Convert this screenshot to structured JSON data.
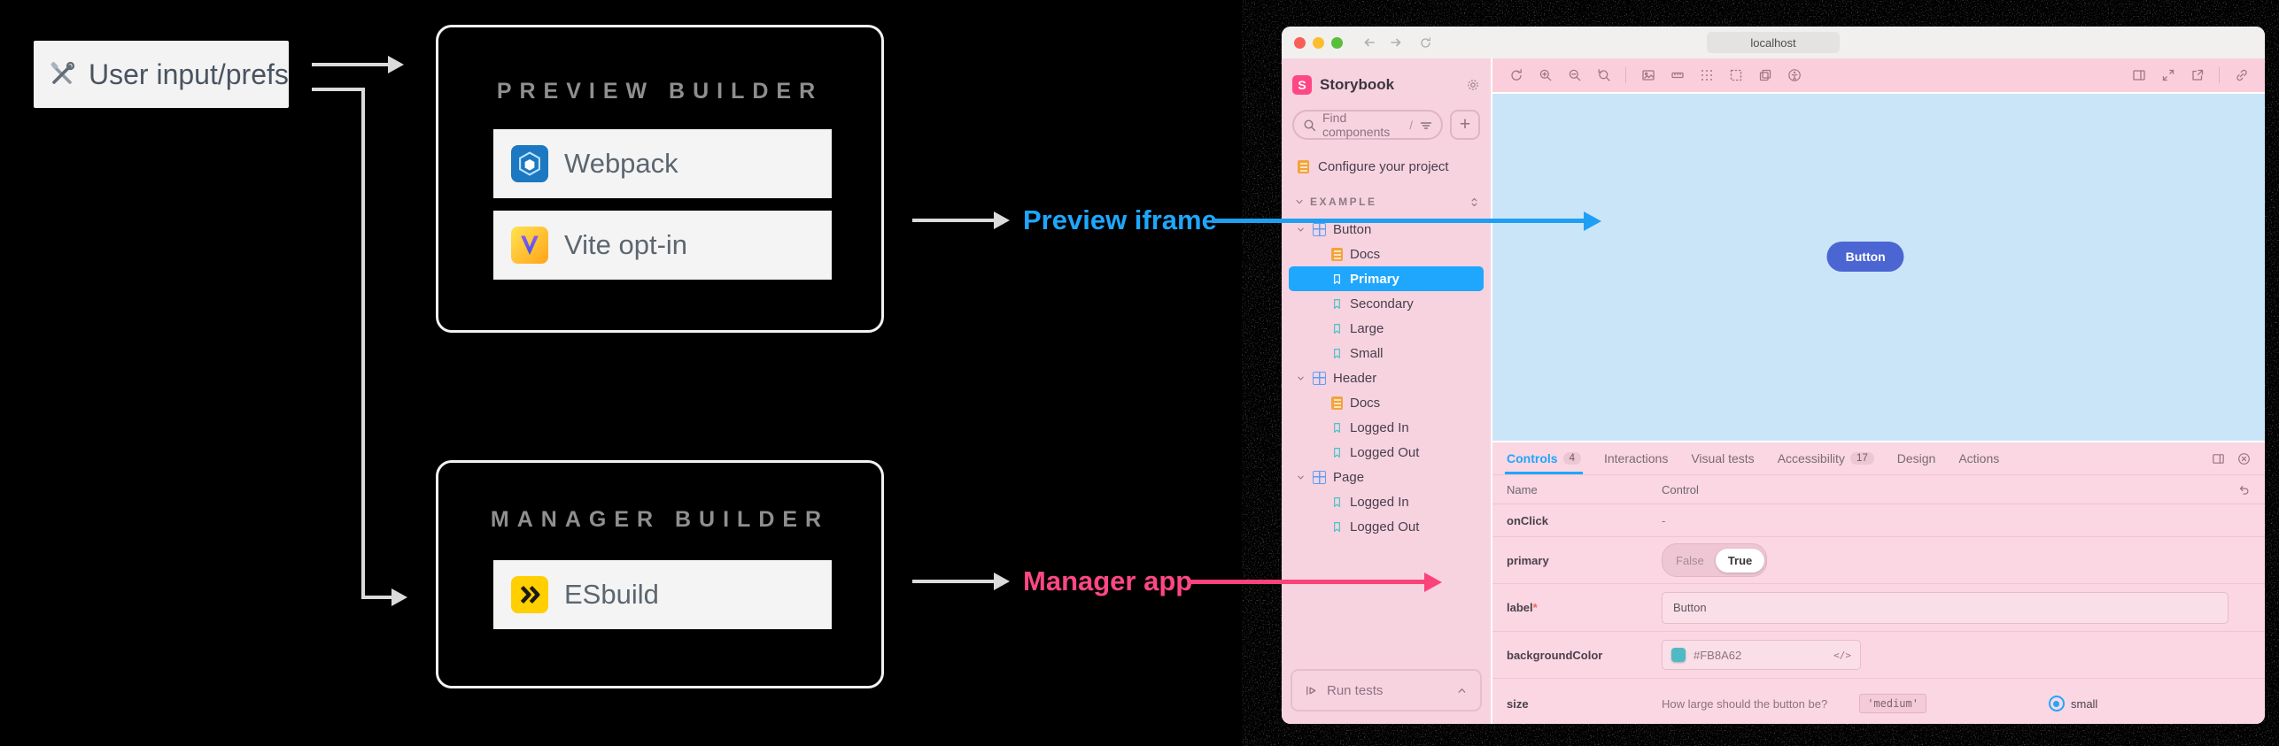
{
  "colors": {
    "preview-accent": "#1EA7FD",
    "manager-accent": "#FF4785",
    "arrow-gray": "#DBDBDB",
    "canvas-bg": "#CBE5F8",
    "sidebar-bg": "#F7D3E0",
    "toolbar-bg": "#FACFDB",
    "panel-bg": "#FAD7E2",
    "selected-item": "#1EA7FD",
    "story-button": "#4B66D2",
    "swatch-teal": "#4FB9C4",
    "esbuild-yellow": "#FFCF00",
    "webpack-blue": "#1C78C0"
  },
  "diagram": {
    "user_input_label": "User input/prefs",
    "preview_builder": {
      "title": "PREVIEW BUILDER",
      "items": [
        {
          "label": "Webpack"
        },
        {
          "label": "Vite opt-in"
        }
      ]
    },
    "manager_builder": {
      "title": "MANAGER BUILDER",
      "items": [
        {
          "label": "ESbuild"
        }
      ]
    },
    "preview_label": "Preview iframe",
    "manager_label": "Manager app"
  },
  "browser": {
    "tab_title": "localhost"
  },
  "storybook": {
    "brand": "Storybook",
    "brand_initial": "S",
    "search_placeholder": "Find components",
    "search_shortcut": "/",
    "add_button": "+",
    "configure_item": "Configure your project",
    "section_header": "EXAMPLE",
    "tree": [
      {
        "label": "Button"
      },
      {
        "label": "Docs"
      },
      {
        "label": "Primary"
      },
      {
        "label": "Secondary"
      },
      {
        "label": "Large"
      },
      {
        "label": "Small"
      },
      {
        "label": "Header"
      },
      {
        "label": "Docs"
      },
      {
        "label": "Logged In"
      },
      {
        "label": "Logged Out"
      },
      {
        "label": "Page"
      },
      {
        "label": "Logged In"
      },
      {
        "label": "Logged Out"
      }
    ],
    "run_tests_label": "Run tests",
    "preview_button_label": "Button",
    "panel": {
      "tabs": [
        {
          "label": "Controls",
          "badge": "4"
        },
        {
          "label": "Interactions",
          "badge": ""
        },
        {
          "label": "Visual tests",
          "badge": ""
        },
        {
          "label": "Accessibility",
          "badge": "17"
        },
        {
          "label": "Design",
          "badge": ""
        },
        {
          "label": "Actions",
          "badge": ""
        }
      ],
      "columns": {
        "name": "Name",
        "control": "Control"
      },
      "rows": {
        "onclick": {
          "name": "onClick",
          "value": "-"
        },
        "primary": {
          "name": "primary",
          "false_label": "False",
          "true_label": "True"
        },
        "label": {
          "name": "label",
          "required_mark": "*",
          "value": "Button"
        },
        "background": {
          "name": "backgroundColor",
          "value": "#FB8A62",
          "code_icon": "</>"
        },
        "size": {
          "name": "size",
          "description": "How large should the button be?",
          "raw_value": "'medium'",
          "radio_label": "small"
        }
      }
    }
  }
}
